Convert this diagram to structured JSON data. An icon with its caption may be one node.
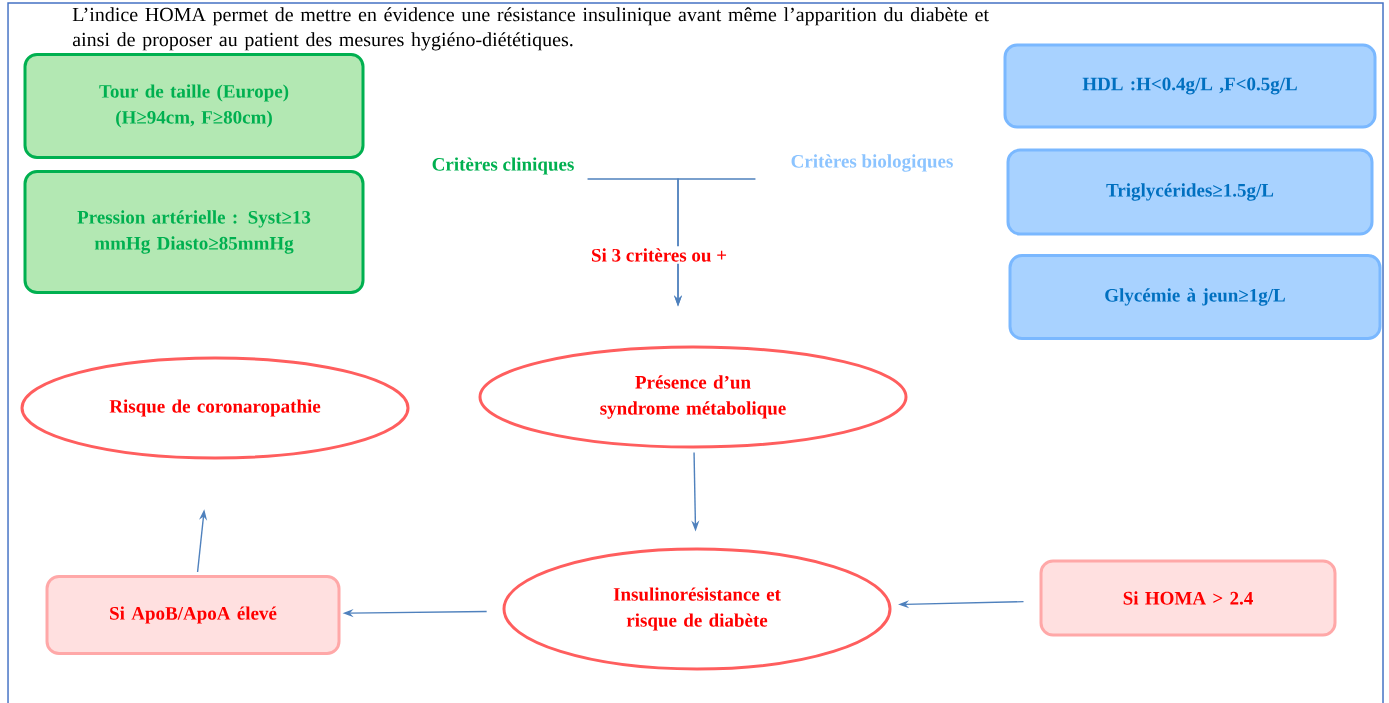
{
  "diagram": {
    "nodes": [
      {
        "text": [
          "Tour de taille (Europe) (H≥94cm, F≥80cm)"
        ]
      },
      {
        "text": [
          "Pression artérielle : Syst≥13 mmHg Diasto≥85mmHg"
        ]
      },
      {
        "text": [
          "HDL :H<0.4g/L ,F<0.5g/L"
        ]
      },
      {
        "text": [
          "Triglycérides≥1.5g/L"
        ]
      },
      {
        "text": [
          "Glycémie à jeun≥1g/L"
        ]
      },
      {
        "text": [
          "Critères cliniques"
        ]
      },
      {
        "text": [
          "Critères biologiques"
        ]
      },
      {
        "text": [
          "Risque de coronaropathie"
        ]
      },
      {
        "text": [
          "Présence d’un syndrome métabolique"
        ]
      },
      {
        "text": [
          "Si ApoB/ApoA élevé"
        ]
      },
      {
        "text": [
          "Insulinorésistance et risque de diabète"
        ]
      },
      {
        "text": [
          "Si HOMA > 2.4"
        ]
      }
    ],
    "edges": [
      {
        "from": 5,
        "to": 8,
        "arrow": "to",
        "label": "Si 3 critères ou +"
      },
      {
        "from": 6,
        "to": 8,
        "arrow": "to"
      },
      {
        "from": 8,
        "to": 10,
        "arrow": "to"
      },
      {
        "from": 10,
        "to": 9,
        "arrow": "to"
      },
      {
        "from": 11,
        "to": 10,
        "arrow": "to"
      },
      {
        "from": 9,
        "to": 7,
        "arrow": "to"
      }
    ],
    "labels": [
      "L’indice HOMA permet de mettre en évidence une résistance insulinique avant même l’apparition du diabète et ainsi de proposer au patient des mesures hygiéno-diététiques."
    ]
  }
}
